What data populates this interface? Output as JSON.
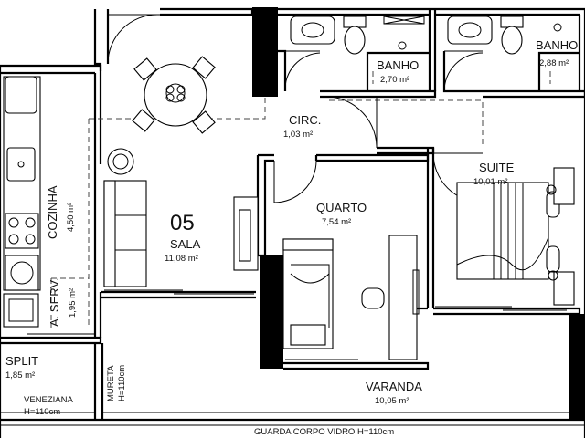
{
  "unit_number": "05",
  "rooms": {
    "sala": {
      "name": "SALA",
      "area": "11,08 m²"
    },
    "circ": {
      "name": "CIRC.",
      "area": "1,03 m²"
    },
    "quarto": {
      "name": "QUARTO",
      "area": "7,54 m²"
    },
    "suite": {
      "name": "SUITE",
      "area": "10,01 m²"
    },
    "banho1": {
      "name": "BANHO",
      "area": "2,70 m²"
    },
    "banho2": {
      "name": "BANHO",
      "area": "2,88 m²"
    },
    "cozinha": {
      "name": "COZINHA",
      "area": "4,50 m²"
    },
    "aserv": {
      "name": "A. SERV.",
      "area": "1,95 m²"
    },
    "split": {
      "name": "SPLIT",
      "area": "1,85 m²"
    },
    "varanda": {
      "name": "VARANDA",
      "area": "10,05 m²"
    }
  },
  "notes": {
    "veneziana_1": "VENEZIANA",
    "veneziana_2": "H=110cm",
    "mureta_1": "MURETA",
    "mureta_2": "H=110cm",
    "guarda_corpo": "GUARDA CORPO VIDRO H=110cm"
  },
  "colors": {
    "line": "#000000",
    "background": "#ffffff",
    "dashed": "#444444"
  }
}
